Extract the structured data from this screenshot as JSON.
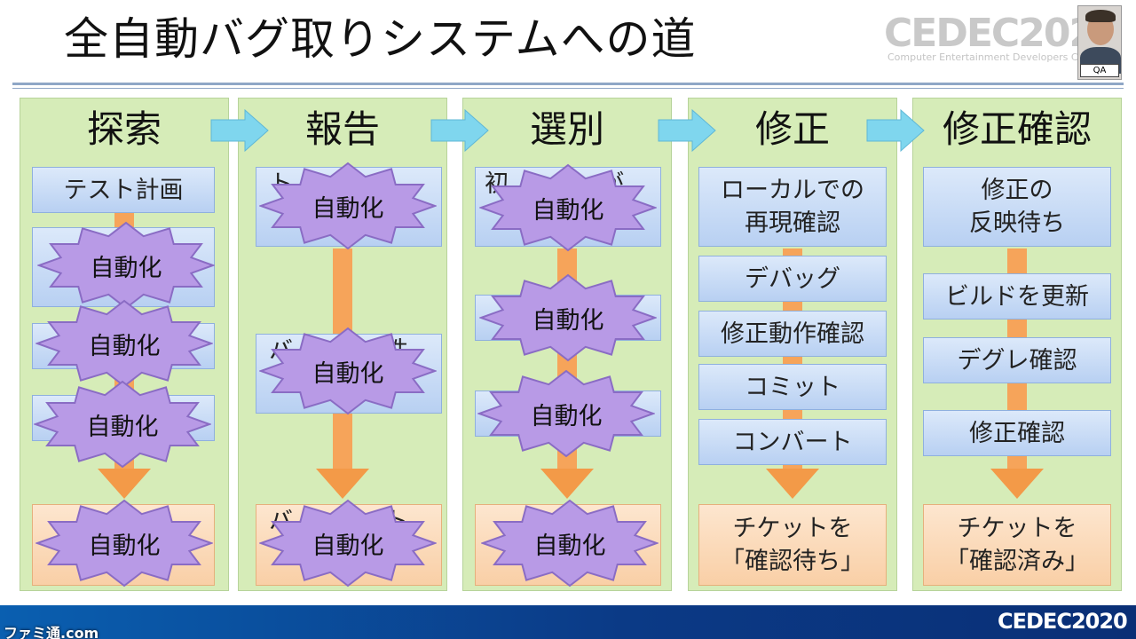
{
  "title": "全自動バグ取りシステムへの道",
  "logo": {
    "text": "CEDEC2020",
    "sub": "Computer Entertainment Developers Conference"
  },
  "camera": {
    "label": "QA"
  },
  "columns": [
    {
      "title": "探索"
    },
    {
      "title": "報告"
    },
    {
      "title": "選別"
    },
    {
      "title": "修正"
    },
    {
      "title": "修正確認"
    }
  ],
  "col1": {
    "box1": "テスト計画"
  },
  "col4": {
    "box1": "ローカルでの\n再現確認",
    "box2": "デバッグ",
    "box3": "修正動作確認",
    "box4": "コミット",
    "box5": "コンバート",
    "final": "チケットを\n「確認待ち」"
  },
  "col5": {
    "box1": "修正の\n反映待ち",
    "box2": "ビルドを更新",
    "box3": "デグレ確認",
    "box4": "修正確認",
    "final": "チケットを\n「確認済み」"
  },
  "partial": {
    "c2a": "ト         Ｊ",
    "c2b": "バ            性",
    "c2c": "バ            ト",
    "c3a": "初            が"
  },
  "burst_label": "自動化",
  "footer": {
    "logo": "CEDEC2020",
    "watermark": "ファミ通.com"
  },
  "colors": {
    "burst_fill": "#b89ae6",
    "burst_stroke": "#8a6cc4",
    "column_bg": "#d6ecb8",
    "arrow_orange": "#f39a48",
    "arrow_cyan": "#7fd6ee"
  }
}
